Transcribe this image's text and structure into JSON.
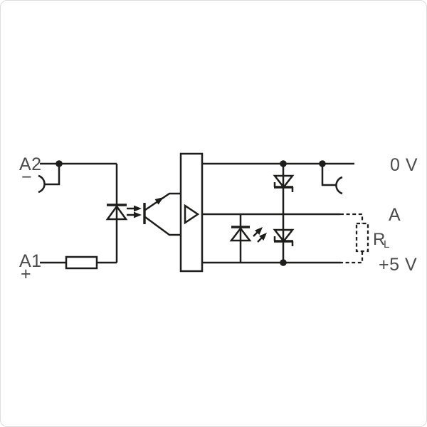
{
  "diagram": {
    "type": "circuit-schematic",
    "description_semantic": "optocoupler input stage with amplifier, twin zener protection, status LED and external load resistor",
    "labels": {
      "terminal_a2": "A2",
      "a2_polarity": "−",
      "terminal_a1": "A1",
      "a1_polarity": "+",
      "rail_top": "0 V",
      "output": "A",
      "rail_bottom": "+5 V",
      "load_resistor": "R",
      "load_resistor_subscript": "L"
    },
    "components": [
      "cage-clamp-terminal-left",
      "cage-clamp-terminal-right",
      "input-series-resistor",
      "optocoupler-led",
      "phototransistor",
      "amplifier-block",
      "status-led",
      "zener-diode-top",
      "zener-diode-bottom",
      "external-load-resistor-dashed"
    ],
    "colors": {
      "line": "#1d1d1b",
      "text": "#4b4b4b",
      "background": "#ffffff",
      "frame": "#dcdcdc"
    }
  }
}
